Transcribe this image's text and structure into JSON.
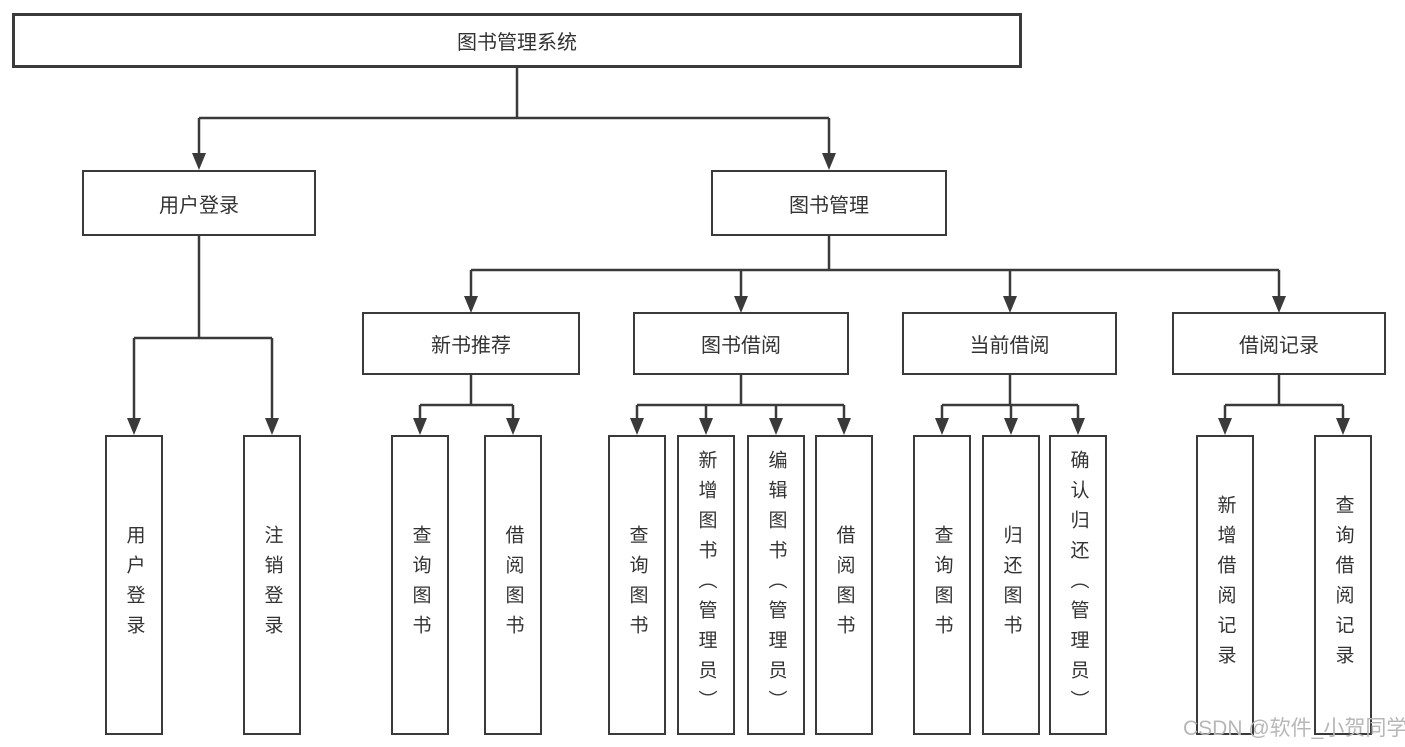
{
  "colors": {
    "line": "#3a3a3a",
    "text": "#333333",
    "bg": "#ffffff",
    "watermark": "#b7b7b7"
  },
  "nodes": {
    "root": "图书管理系统",
    "level2": {
      "user_login": "用户登录",
      "book_mgmt": "图书管理"
    },
    "level3": {
      "new_books": "新书推荐",
      "borrow": "图书借阅",
      "current": "当前借阅",
      "records": "借阅记录"
    },
    "leaves": {
      "user_login": [
        "用户登录",
        "注销登录"
      ],
      "new_books": [
        "查询图书",
        "借阅图书"
      ],
      "borrow": [
        "查询图书",
        "新增图书（管理员）",
        "编辑图书（管理员）",
        "借阅图书"
      ],
      "current": [
        "查询图书",
        "归还图书",
        "确认归还（管理员）"
      ],
      "records": [
        "新增借阅记录",
        "查询借阅记录"
      ]
    }
  },
  "watermark": "CSDN @软件_小贺同学"
}
